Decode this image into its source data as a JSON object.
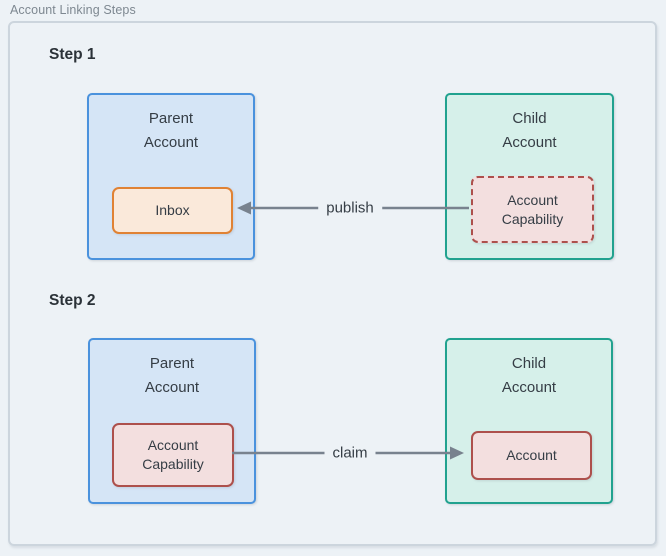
{
  "legend": "Account Linking Steps",
  "colors": {
    "page-bg": "#edf2f6",
    "frame-border": "#ccd5dd",
    "legend-text": "#7e8891",
    "heading-text": "#2b3238",
    "box-text": "#353d45",
    "parent-border": "#4a92dd",
    "parent-fill": "#d5e5f6",
    "child-border": "#21a28f",
    "child-fill": "#d6f0ea",
    "inbox-border": "#e08234",
    "inbox-fill": "#fae9da",
    "capability-border": "#ad504c",
    "capability-fill": "#f3dfdf",
    "arrow": "#78828e"
  },
  "steps": [
    {
      "heading": "Step 1",
      "parent_title_line1": "Parent",
      "parent_title_line2": "Account",
      "inbox_label": "Inbox",
      "child_title_line1": "Child",
      "child_title_line2": "Account",
      "capability_line1": "Account",
      "capability_line2": "Capability",
      "arrow_label": "publish"
    },
    {
      "heading": "Step 2",
      "parent_title_line1": "Parent",
      "parent_title_line2": "Account",
      "capability_line1": "Account",
      "capability_line2": "Capability",
      "child_title_line1": "Child",
      "child_title_line2": "Account",
      "account_label": "Account",
      "arrow_label": "claim"
    }
  ]
}
